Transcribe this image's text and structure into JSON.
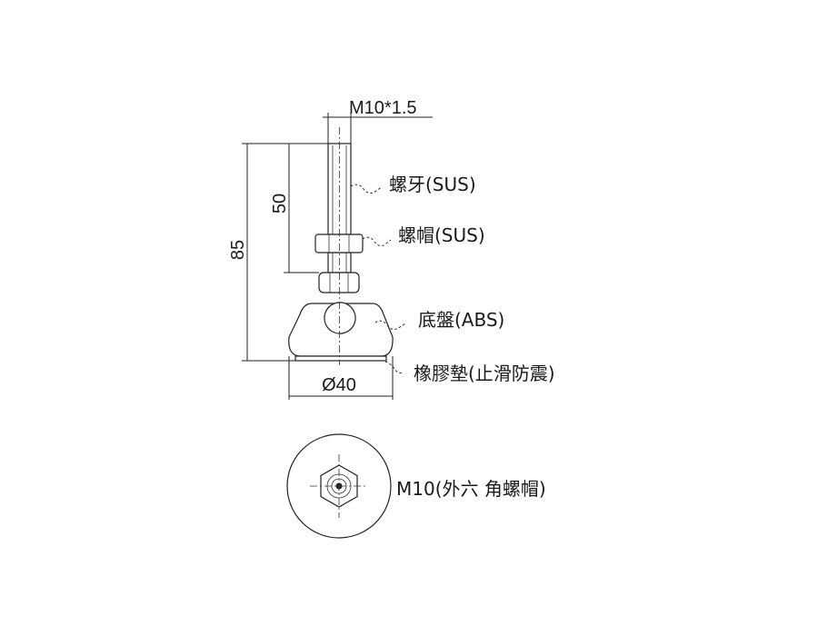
{
  "dimensions": {
    "thread_spec": "M10*1.5",
    "thread_length": "50",
    "total_height": "85",
    "base_diameter": "Ø40"
  },
  "callouts": {
    "thread": "螺牙(SUS)",
    "nut": "螺帽(SUS)",
    "base": "底盤(ABS)",
    "pad": "橡膠墊(止滑防震)"
  },
  "bottom_view": {
    "label": "M10(外六 角螺帽)"
  }
}
